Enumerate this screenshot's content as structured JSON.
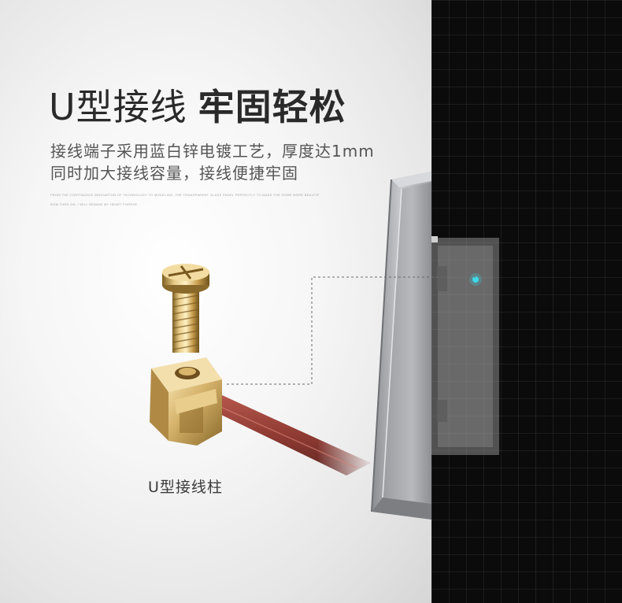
{
  "headline": {
    "light": "U型接线",
    "bold": "牢固轻松"
  },
  "description": {
    "line1": "接线端子采用蓝白锌电镀工艺，厚度达1mm",
    "line2": "同时加大接线容量，接线便捷牢固"
  },
  "fine_print": {
    "line1": "FROM THE CONTINUOUS INNOVATION OF TECHNOLOGY TO MODELING, THE TRANSPARENT GLASS PANEL PERFECTLY TO MAKE THE HOME MORE BEAUTIF",
    "line2": "ROM THEN ON, I WILL REMAIN MY HEART FOREVE"
  },
  "caption": "U型接线柱",
  "colors": {
    "headline": "#2a2a2a",
    "body_text": "#555555",
    "dark_panel": "#0b0b0b",
    "brass": "#c8a45c",
    "wire": "#8f3b33",
    "indicator_led": "#3fd9e8"
  },
  "icons": {
    "terminal": "u-terminal-illustration",
    "screw": "brass-screw-illustration",
    "switch": "wall-switch-illustration"
  }
}
